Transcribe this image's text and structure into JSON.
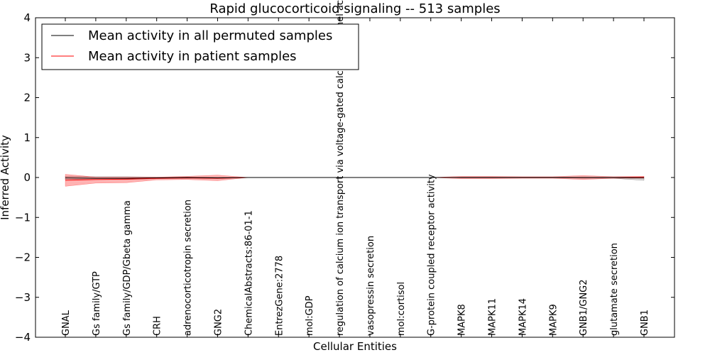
{
  "chart_data": {
    "type": "line",
    "title": "Rapid glucocorticoid signaling -- 513 samples",
    "xlabel": "Cellular Entities",
    "ylabel": "Inferred Activity",
    "ylim": [
      -4,
      4
    ],
    "yticks": [
      4,
      3,
      2,
      1,
      0,
      -1,
      -2,
      -3,
      -4
    ],
    "ytick_labels": [
      "4",
      "3",
      "2",
      "1",
      "0",
      "−1",
      "−2",
      "−3",
      "−4"
    ],
    "categories": [
      "GNAL",
      "Gs family/GTP",
      "Gs family/GDP/Gbeta gamma",
      "CRH",
      "adrenocorticotropin secretion",
      "GNG2",
      "ChemicalAbstracts:86-01-1",
      "EntrezGene:2778",
      "mol:GDP",
      "regulation of calcium ion transport via voltage-gated calcium channel activity",
      "vasopressin secretion",
      "mol:cortisol",
      "G-protein coupled receptor activity",
      "MAPK8",
      "MAPK11",
      "MAPK14",
      "MAPK9",
      "GNB1/GNG2",
      "glutamate secretion",
      "GNB1"
    ],
    "series": [
      {
        "name": "Mean activity in all permuted samples",
        "color": "#000000",
        "values": [
          -0.01,
          -0.02,
          -0.02,
          -0.01,
          0.0,
          -0.01,
          0.0,
          0.0,
          0.0,
          0.0,
          0.0,
          0.0,
          0.0,
          0.0,
          0.0,
          0.0,
          0.0,
          0.0,
          0.0,
          -0.01
        ],
        "band_upper": [
          0.03,
          0.02,
          0.02,
          0.01,
          0.01,
          0.01,
          0.0,
          0.0,
          0.0,
          0.0,
          0.0,
          0.0,
          0.0,
          0.01,
          0.01,
          0.01,
          0.01,
          0.01,
          0.01,
          0.02
        ],
        "band_lower": [
          -0.05,
          -0.05,
          -0.05,
          -0.03,
          -0.02,
          -0.02,
          0.0,
          0.0,
          0.0,
          0.0,
          0.0,
          0.0,
          0.0,
          -0.01,
          -0.01,
          -0.01,
          -0.01,
          -0.02,
          -0.02,
          -0.07
        ]
      },
      {
        "name": "Mean activity in patient samples",
        "color": "#ff0000",
        "values": [
          -0.07,
          -0.05,
          -0.04,
          -0.02,
          -0.01,
          -0.02,
          0.0,
          0.0,
          0.0,
          0.0,
          0.0,
          0.0,
          0.0,
          0.0,
          0.0,
          0.0,
          0.0,
          0.0,
          0.0,
          0.0
        ],
        "band_upper": [
          0.08,
          0.01,
          0.01,
          0.01,
          0.03,
          0.06,
          0.0,
          0.0,
          0.0,
          0.0,
          0.0,
          0.0,
          0.0,
          0.03,
          0.03,
          0.02,
          0.02,
          0.05,
          0.02,
          0.03
        ],
        "band_lower": [
          -0.22,
          -0.14,
          -0.13,
          -0.06,
          -0.05,
          -0.08,
          0.0,
          0.0,
          0.0,
          0.0,
          0.0,
          0.0,
          0.0,
          -0.03,
          -0.03,
          -0.02,
          -0.02,
          -0.05,
          -0.02,
          -0.02
        ]
      }
    ],
    "legend": "top-left",
    "grid": false
  }
}
